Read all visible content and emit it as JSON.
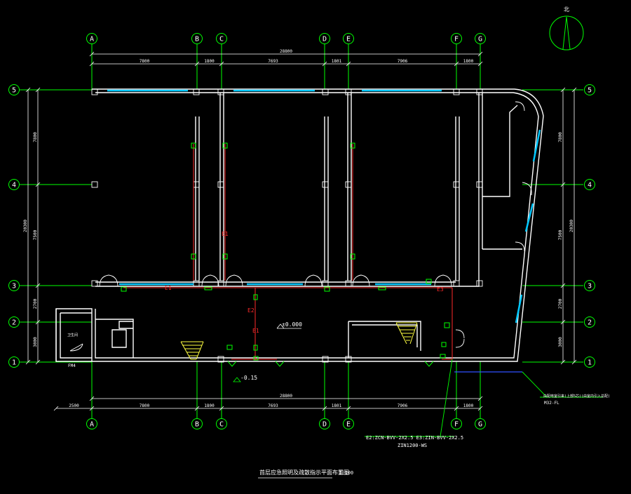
{
  "colors": {
    "background": "#000000",
    "wall": "#ffffff",
    "grid": "#00ff00",
    "dimension": "#ffffff",
    "circuit": "#ff2a2a",
    "window": "#00c8ff",
    "fixture": "#00ff00",
    "stair": "#ffff40",
    "boundary": "#3050ff"
  },
  "grid": {
    "columns": [
      "A",
      "B",
      "C",
      "D",
      "E",
      "F",
      "G"
    ],
    "rows": [
      "1",
      "2",
      "3",
      "4",
      "5"
    ]
  },
  "dims": {
    "top_total": "28800",
    "top_segments": [
      "7800",
      "1800",
      "7693",
      "1801",
      "7906",
      "1800"
    ],
    "bottom_total": "28800",
    "bottom_segments": [
      "2500",
      "7800",
      "1800",
      "7693",
      "1801",
      "7906",
      "1800"
    ],
    "left_total": "20300",
    "left_segments": [
      "3000",
      "2700",
      "7500",
      "7800"
    ],
    "right_total": "20300",
    "right_segments": [
      "3000",
      "2700",
      "7500",
      "7800"
    ]
  },
  "labels": {
    "level_main": "±0.000",
    "level_outside": "-0.15",
    "circuit_e1": "E1",
    "circuit_e2": "E2",
    "circuit_e3": "E3",
    "feeder_line_1": "E2:ZCN-BVV-2X2.5   E3:ZIN-BVV-2X2.5",
    "feeder_line_2": "ZIN1200-WS",
    "north_mark": "北",
    "callout_right_1": "由配电室引来(上部5芯)(由室内引入总配)",
    "callout_right_2": "M32-FL",
    "drawing_title": "首层应急照明及疏散指示平面布置图",
    "scale": "1:100",
    "panel_label": "FM4",
    "room_small": "卫生间"
  }
}
